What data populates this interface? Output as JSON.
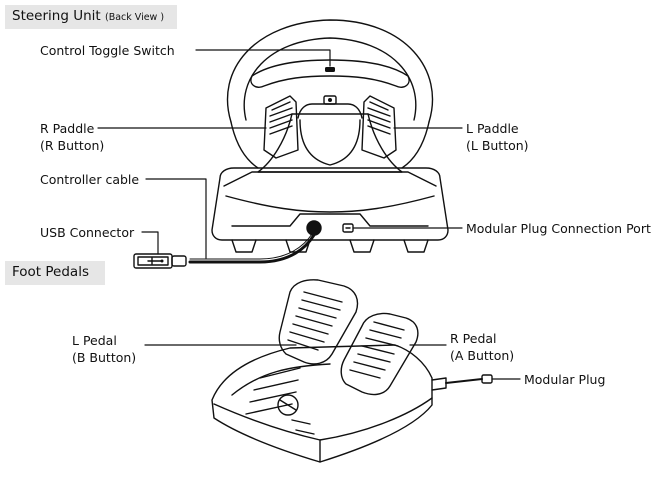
{
  "sections": {
    "steering": {
      "title": "Steering Unit",
      "subtitle": "(Back View )"
    },
    "pedals": {
      "title": "Foot Pedals"
    }
  },
  "labels": {
    "control_toggle": "Control Toggle Switch",
    "r_paddle_line1": "R Paddle",
    "r_paddle_line2": "(R Button)",
    "l_paddle_line1": "L Paddle",
    "l_paddle_line2": "(L Button)",
    "controller_cable": "Controller cable",
    "usb_connector": "USB Connector",
    "modular_port": "Modular Plug Connection Port",
    "l_pedal_line1": "L Pedal",
    "l_pedal_line2": "(B Button)",
    "r_pedal_line1": "R Pedal",
    "r_pedal_line2": "(A Button)",
    "modular_plug": "Modular Plug"
  },
  "colors": {
    "tab_bg": "#e6e6e6",
    "line": "#111111",
    "background": "#ffffff"
  }
}
